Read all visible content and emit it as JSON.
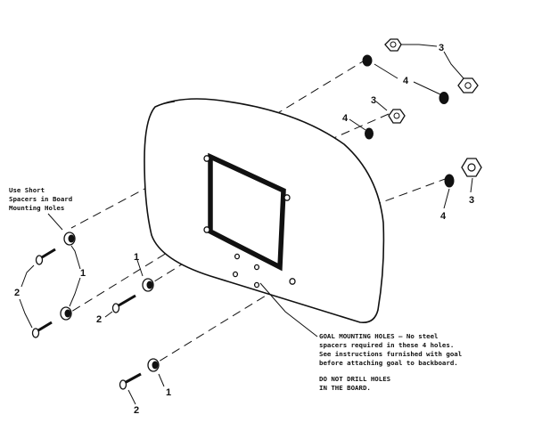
{
  "labels": {
    "short_spacer_note": [
      "Use Short",
      "Spacers in Board",
      "Mounting Holes"
    ],
    "goal_note": [
      "GOAL MOUNTING HOLES — No steel",
      "spacers required in these 4 holes.",
      "See instructions furnished with goal",
      "before attaching goal to backboard."
    ],
    "drill_note": [
      "DO NOT DRILL HOLES",
      "IN THE BOARD."
    ],
    "part_numbers": {
      "nut_top": "3",
      "washer_top": "4",
      "nut_mid": "3",
      "washer_mid": "4",
      "nut_right": "3",
      "washer_right": "4",
      "spacer_left": "1",
      "bolt_left": "2",
      "spacer_mid": "1",
      "bolt_mid": "2",
      "spacer_bottom": "1",
      "bolt_bottom": "2"
    }
  }
}
